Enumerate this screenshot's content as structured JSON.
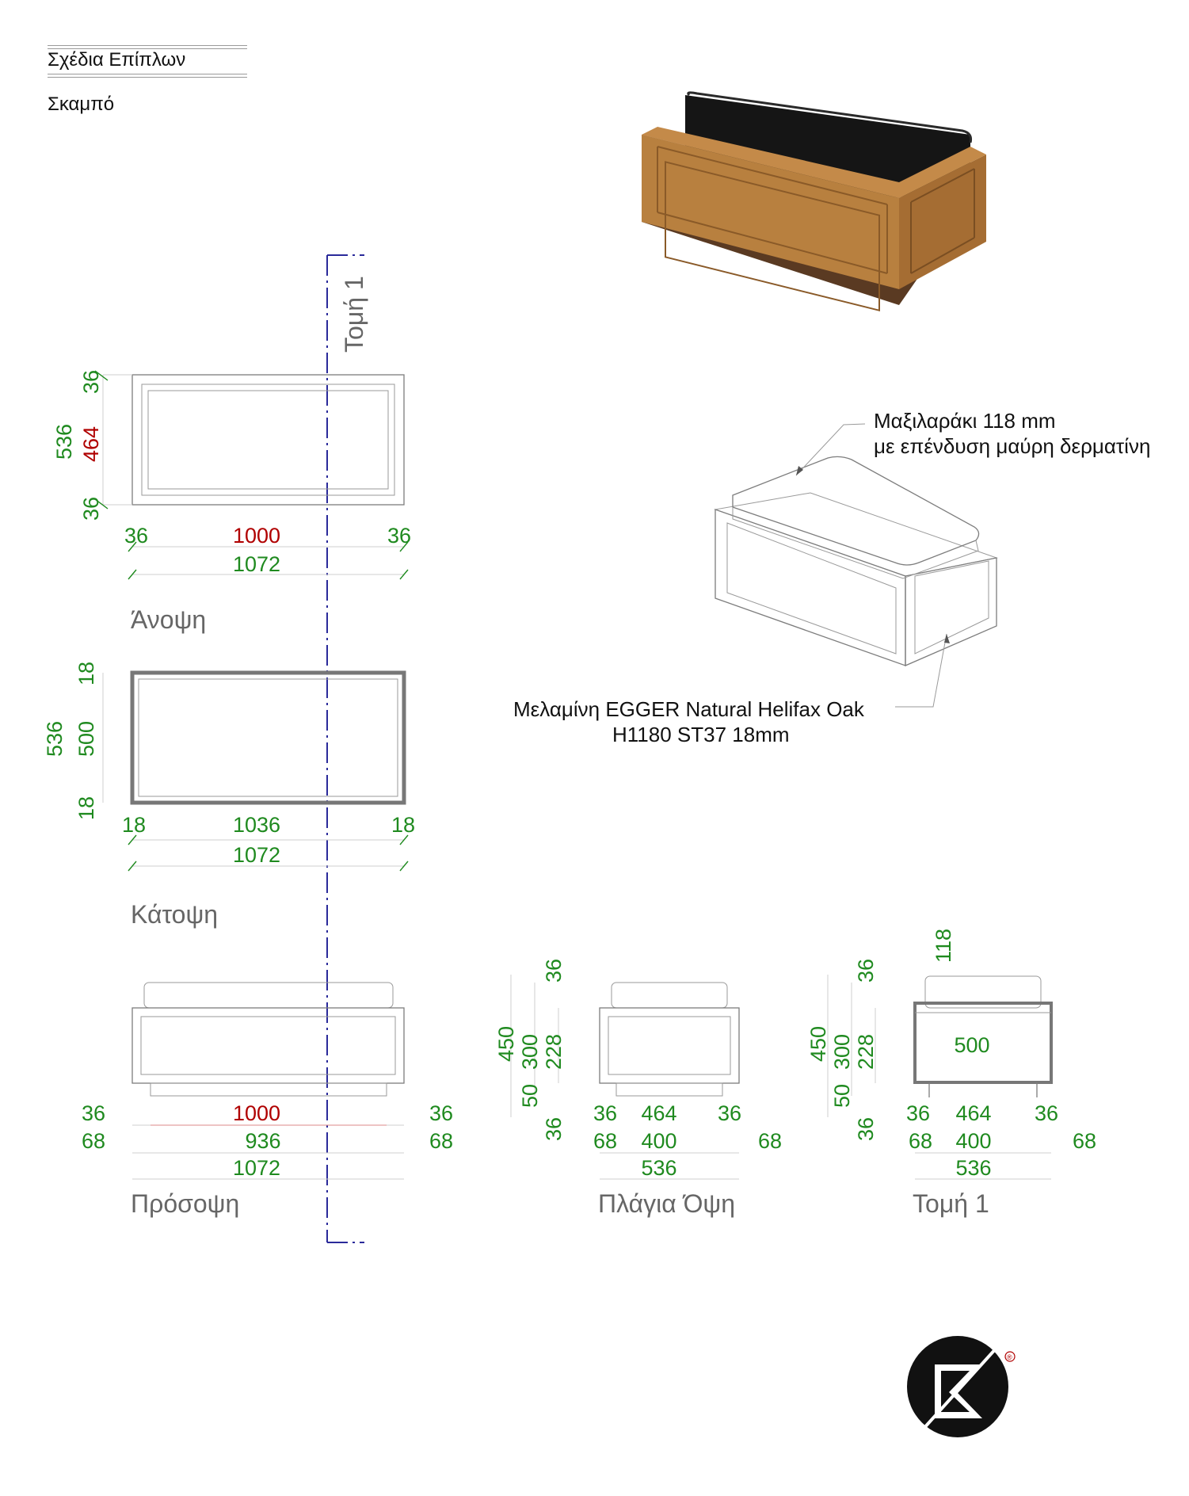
{
  "header": {
    "title": "Σχέδια Επίπλων",
    "subtitle": "Σκαμπό"
  },
  "section_marker": {
    "label": "Τομή 1"
  },
  "views": {
    "top": {
      "label": "Άνοψη",
      "dims": {
        "total_h": "536",
        "inner_h": "464",
        "top_edge": "36",
        "bottom_edge": "36",
        "left": "36",
        "center": "1000",
        "right": "36",
        "overall": "1072"
      }
    },
    "plan": {
      "label": "Κάτοψη",
      "dims": {
        "total_h": "536",
        "inner_h": "500",
        "top_edge": "18",
        "bottom_edge": "18",
        "left": "18",
        "center": "1036",
        "right": "18",
        "overall": "1072"
      }
    },
    "front": {
      "label": "Πρόσοψη",
      "dims": {
        "r1_left": "36",
        "r1_center": "1000",
        "r1_right": "36",
        "r2_left": "68",
        "r2_center": "936",
        "r2_right": "68",
        "overall": "1072"
      }
    },
    "side": {
      "label": "Πλάγια Όψη",
      "dims": {
        "v_top": "36",
        "v_total": "450",
        "v_mid": "300",
        "v_inner": "228",
        "v_base": "50",
        "v_bottom": "36",
        "r1_left": "36",
        "r1_center": "464",
        "r1_right": "36",
        "r2_left": "68",
        "r2_center": "400",
        "r2_right": "68",
        "overall": "536"
      }
    },
    "section": {
      "label": "Τομή 1",
      "dims": {
        "cushion": "118",
        "v_top": "36",
        "v_total": "450",
        "v_mid": "300",
        "v_inner": "228",
        "v_base": "50",
        "v_bottom": "36",
        "inner_w": "500",
        "r1_left": "36",
        "r1_center": "464",
        "r1_right": "36",
        "r2_left": "68",
        "r2_center": "400",
        "r2_right": "68",
        "overall": "536"
      }
    }
  },
  "annotations": {
    "cushion_line1": "Μαξιλαράκι 118 mm",
    "cushion_line2": "με επένδυση μαύρη δερματίνη",
    "material_line1": "Μελαμίνη EGGER Natural Helifax Oak",
    "material_line2": "H1180 ST37 18mm"
  },
  "logo": {
    "mark": "®"
  },
  "colors": {
    "dimension": "#1f8a1f",
    "dimension_alt": "#b00000",
    "section_line": "#2a2a9a",
    "wood": "#b57a3c",
    "cushion": "#1a1a1a"
  }
}
